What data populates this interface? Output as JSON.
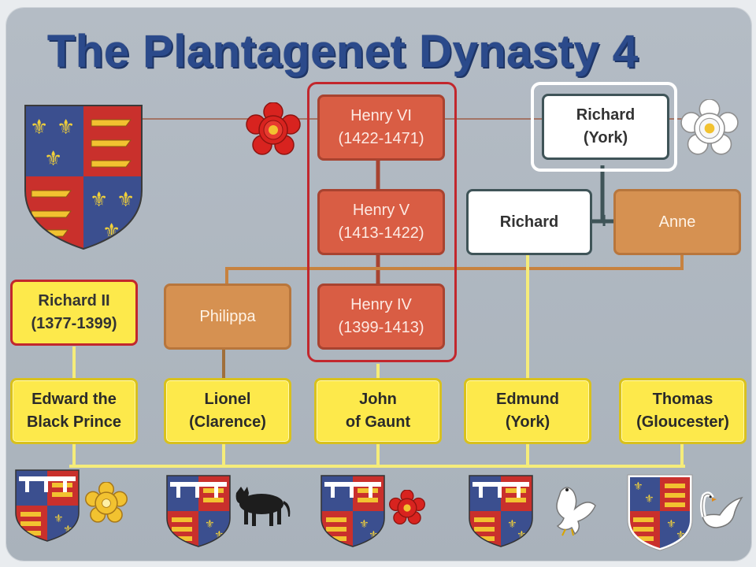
{
  "title": "The Plantagenet Dynasty 4",
  "colors": {
    "title": "#2b4a8b",
    "red_box": "#d95d44",
    "gold_box": "#d69151",
    "yellow_box": "#fde94b",
    "lancaster_frame": "#c2272d",
    "york_frame": "#ffffff"
  },
  "people": {
    "henry_vi": "Henry VI\n(1422-1471)",
    "henry_v": "Henry V\n(1413-1422)",
    "henry_iv": "Henry IV\n(1399-1413)",
    "richard_york": "Richard\n(York)",
    "richard": "Richard",
    "anne": "Anne",
    "richard_ii": "Richard II\n(1377-1399)",
    "philippa": "Philippa"
  },
  "sons": {
    "edward": "Edward the\nBlack Prince",
    "lionel": "Lionel\n(Clarence)",
    "john": "John\nof Gaunt",
    "edmund": "Edmund\n(York)",
    "thomas": "Thomas\n(Gloucester)"
  },
  "marriage_symbol": "+",
  "icons": [
    "royal-arms-icon",
    "red-rose-icon",
    "white-rose-icon",
    "black-prince-arms-icon",
    "gold-rose-icon",
    "clarence-arms-icon",
    "black-bull-icon",
    "gaunt-arms-icon",
    "red-rose-small-icon",
    "york-arms-icon",
    "falcon-icon",
    "gloucester-arms-icon",
    "swan-icon"
  ]
}
